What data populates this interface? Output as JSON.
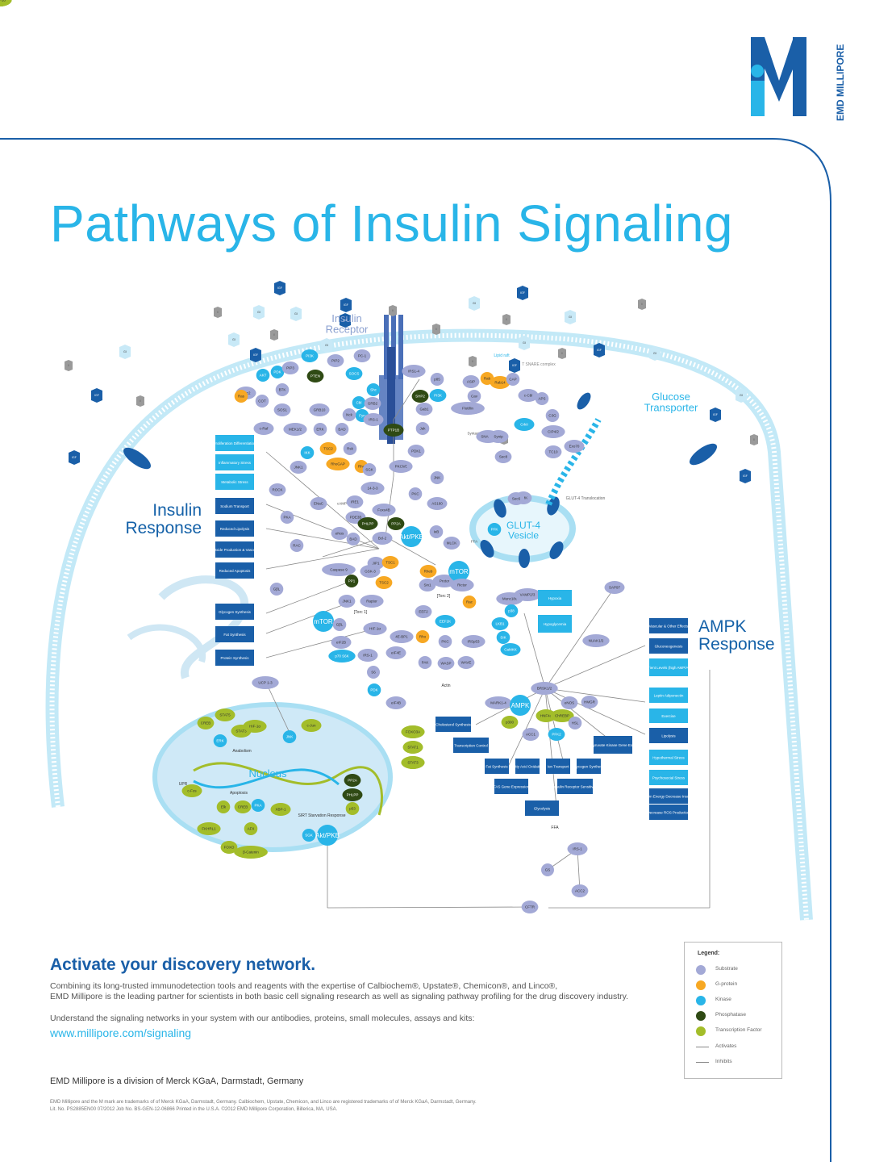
{
  "brand": {
    "name": "EMD MILLIPORE"
  },
  "title": "Pathways of Insulin Signaling",
  "labels": {
    "insulin_receptor": "Insulin Receptor",
    "glucose_transporter": "Glucose Transporter",
    "insulin_response": "Insulin Response",
    "ampk_response": "AMPK Response",
    "nucleus": "Nucleus",
    "glut4_vesicle": "GLUT-4 Vesicle",
    "lipid_raft": "Lipid raft",
    "tsnare": "T SNARE complex",
    "glut4_translocation": "GLUT-4 Translocation",
    "anabolism": "Anabolism",
    "apoptosis": "Apoptosis",
    "upr": "UPR",
    "sirt_starvation": "SIRT Starvation Response",
    "torc2": "[Torc 2]",
    "torc1": "[Torc 1]",
    "actin": "Actin",
    "ffa": "FFA",
    "ampk": "AMPK",
    "mtor": "mTOR",
    "akt_pkb": "Akt/PKB"
  },
  "insulin_response_boxes": [
    "Proliferation Differentiation",
    "Inflammatory Stress",
    "Metabolic Stress",
    "Sodium Transport",
    "Reduced Lipolysis",
    "Nitric Oxide Production & Vasodilation",
    "Reduced Apoptosis",
    "Glycogen Synthesis",
    "Fat Synthesis",
    "Protein Synthesis"
  ],
  "ampk_response_boxes": [
    "Vascular & Other Effects",
    "Gluconeogenesis",
    "Low Nutrient Levels (high AMP/ATP ratio)",
    "Leptin Adiponectin",
    "Exercise",
    "Lipolysis",
    "Hypothermal Stress",
    "Psychosocial Stress",
    "Burn Energy Decrease Insulin",
    "Decrease ROS Production",
    "Hypoxia",
    "Hypoglycemia"
  ],
  "ampk_effect_boxes": [
    "Cholesterol Synthesis",
    "Transcription Control",
    "Fat Synthesis",
    "Fatty Acid Oxidation",
    "Ion Transport",
    "Glycogen Synthesis",
    "FAS Gene Expression",
    "Insulin Receptor Sensitivity",
    "Glycolysis",
    "L-type Pyruvate Kinase Gene Expression"
  ],
  "legend": {
    "title": "Legend:",
    "items": [
      {
        "label": "Substrate",
        "color": "#a3a9d6"
      },
      {
        "label": "G-protein",
        "color": "#f7a823"
      },
      {
        "label": "Kinase",
        "color": "#29b5e8"
      },
      {
        "label": "Phosphatase",
        "color": "#2f4a14"
      },
      {
        "label": "Transcription Factor",
        "color": "#a3bd2a"
      },
      {
        "label": "Activates",
        "color": "#888888"
      },
      {
        "label": "Inhibits",
        "color": "#888888"
      }
    ]
  },
  "footer": {
    "tagline": "Activate your discovery network.",
    "para1": "Combining its long-trusted immunodetection tools and reagents with the expertise of Calbiochem®, Upstate®, Chemicon®, and Linco®,",
    "para2": "EMD Millipore is the leading partner for scientists in both basic cell signaling research as well as signaling pathway profiling for the drug discovery industry.",
    "para3": "Understand the signaling networks in your system with our antibodies, proteins, small molecules, assays and kits:",
    "url": "www.millipore.com/signaling",
    "division": "EMD Millipore is a division of Merck KGaA, Darmstadt, Germany",
    "fine1": "EMD Millipore and the M mark are trademarks of of Merck KGaA, Darmstadt, Germany. Calbiochem, Upstate, Chemicon, and Linco are registered trademarks of of Merck KGaA, Darmstadt, Germany.",
    "fine2": "Lit. No. PS2885EN00   07/2012   Job No. BS-GEN-12-06866   Printed in the U.S.A.   ©2012 EMD Millipore Corporation, Billerica, MA, USA."
  },
  "nodes": [
    {
      "label": "IGF",
      "type": "igf"
    },
    {
      "label": "IGF",
      "type": "igf"
    },
    {
      "label": "IGF",
      "type": "igf"
    },
    {
      "label": "IGF",
      "type": "igf"
    },
    {
      "label": "IGF",
      "type": "igf"
    },
    {
      "label": "IGF",
      "type": "igf"
    },
    {
      "label": "IGF",
      "type": "igf"
    },
    {
      "label": "IGF",
      "type": "igf"
    },
    {
      "label": "IGF",
      "type": "igf"
    },
    {
      "label": "IGF",
      "type": "igf"
    },
    {
      "label": "IGF",
      "type": "igf"
    },
    {
      "label": "I",
      "type": "ins"
    },
    {
      "label": "I",
      "type": "ins"
    },
    {
      "label": "I",
      "type": "ins"
    },
    {
      "label": "I",
      "type": "ins"
    },
    {
      "label": "I",
      "type": "ins"
    },
    {
      "label": "I",
      "type": "ins"
    },
    {
      "label": "I",
      "type": "ins"
    },
    {
      "label": "I",
      "type": "ins"
    },
    {
      "label": "I",
      "type": "ins"
    },
    {
      "label": "I",
      "type": "ins"
    },
    {
      "label": "I",
      "type": "ins"
    },
    {
      "label": "I",
      "type": "ins"
    },
    {
      "label": "GI",
      "type": "gi"
    },
    {
      "label": "GI",
      "type": "gi"
    },
    {
      "label": "GI",
      "type": "gi"
    },
    {
      "label": "GI",
      "type": "gi"
    },
    {
      "label": "GI",
      "type": "gi"
    },
    {
      "label": "GI",
      "type": "gi"
    },
    {
      "label": "GI",
      "type": "gi"
    },
    {
      "label": "GI",
      "type": "gi"
    },
    {
      "label": "GI",
      "type": "gi"
    },
    {
      "label": "GI",
      "type": "gi"
    },
    {
      "label": "AKT",
      "type": "kinase"
    },
    {
      "label": "PDK",
      "type": "kinase"
    },
    {
      "label": "PIP3",
      "type": "substrate"
    },
    {
      "label": "PI3K",
      "type": "kinase"
    },
    {
      "label": "PIP2",
      "type": "substrate"
    },
    {
      "label": "PC-1",
      "type": "substrate"
    },
    {
      "label": "PTEN",
      "type": "phosphatase"
    },
    {
      "label": "SOCS",
      "type": "kinase"
    },
    {
      "label": "Torc2",
      "type": "substrate"
    },
    {
      "label": "BTK",
      "type": "substrate"
    },
    {
      "label": "COT",
      "type": "substrate"
    },
    {
      "label": "SOS1",
      "type": "substrate"
    },
    {
      "label": "GRB10",
      "type": "substrate"
    },
    {
      "label": "Shc",
      "type": "kinase"
    },
    {
      "label": "Cbl",
      "type": "kinase"
    },
    {
      "label": "GRB2",
      "type": "substrate"
    },
    {
      "label": "Fyn",
      "type": "kinase"
    },
    {
      "label": "Nck",
      "type": "substrate"
    },
    {
      "label": "IRS-1",
      "type": "substrate"
    },
    {
      "label": "PTP1B",
      "type": "phosphatase"
    },
    {
      "label": "SHP2",
      "type": "phosphatase"
    },
    {
      "label": "IRS1-4",
      "type": "substrate"
    },
    {
      "label": "p85",
      "type": "substrate"
    },
    {
      "label": "PI3K",
      "type": "kinase"
    },
    {
      "label": "Gab1",
      "type": "substrate"
    },
    {
      "label": "Jak",
      "type": "substrate"
    },
    {
      "label": "Ras",
      "type": "gprotein"
    },
    {
      "label": "c-Raf",
      "type": "substrate"
    },
    {
      "label": "MEK1/2",
      "type": "substrate"
    },
    {
      "label": "ERK",
      "type": "substrate"
    },
    {
      "label": "BAD",
      "type": "substrate"
    },
    {
      "label": "TSC2",
      "type": "gprotein"
    },
    {
      "label": "Rsk",
      "type": "substrate"
    },
    {
      "label": "IKK",
      "type": "kinase"
    },
    {
      "label": "JNK1",
      "type": "substrate"
    },
    {
      "label": "RhoGAP",
      "type": "gprotein"
    },
    {
      "label": "Rho",
      "type": "gprotein"
    },
    {
      "label": "ROCK",
      "type": "substrate"
    },
    {
      "label": "IRE1",
      "type": "substrate"
    },
    {
      "label": "SGK",
      "type": "substrate"
    },
    {
      "label": "14-3-3",
      "type": "substrate"
    },
    {
      "label": "PKCλ/ζ",
      "type": "substrate"
    },
    {
      "label": "PDK1",
      "type": "substrate"
    },
    {
      "label": "PKC",
      "type": "substrate"
    },
    {
      "label": "ENaC",
      "type": "substrate"
    },
    {
      "label": "PKA",
      "type": "substrate"
    },
    {
      "label": "cAMP",
      "type": "text"
    },
    {
      "label": "PDE3B",
      "type": "substrate"
    },
    {
      "label": "Foxo4B",
      "type": "substrate"
    },
    {
      "label": "PP2A",
      "type": "phosphatase"
    },
    {
      "label": "PHLPP",
      "type": "phosphatase"
    },
    {
      "label": "eNos",
      "type": "substrate"
    },
    {
      "label": "BAD",
      "type": "substrate"
    },
    {
      "label": "Bcl-2",
      "type": "substrate"
    },
    {
      "label": "Akt/PKB",
      "type": "kinase"
    },
    {
      "label": "IκB",
      "type": "substrate"
    },
    {
      "label": "AS160",
      "type": "substrate"
    },
    {
      "label": "JNK",
      "type": "substrate"
    },
    {
      "label": "RAC",
      "type": "substrate"
    },
    {
      "label": "Caspase 9",
      "type": "substrate"
    },
    {
      "label": "GSK-3",
      "type": "substrate"
    },
    {
      "label": "JIP1",
      "type": "substrate"
    },
    {
      "label": "TSC1",
      "type": "gprotein"
    },
    {
      "label": "TSC2",
      "type": "gprotein"
    },
    {
      "label": "Rheb",
      "type": "gprotein"
    },
    {
      "label": "Protor",
      "type": "substrate"
    },
    {
      "label": "mTOR",
      "type": "kinase"
    },
    {
      "label": "Sin1",
      "type": "substrate"
    },
    {
      "label": "Rictor",
      "type": "substrate"
    },
    {
      "label": "GβL",
      "type": "substrate"
    },
    {
      "label": "PP1",
      "type": "phosphatase"
    },
    {
      "label": "JNK1",
      "type": "substrate"
    },
    {
      "label": "Raptor",
      "type": "substrate"
    },
    {
      "label": "mTOR",
      "type": "kinase"
    },
    {
      "label": "GβL",
      "type": "substrate"
    },
    {
      "label": "eIF2B",
      "type": "substrate"
    },
    {
      "label": "HIF-1α",
      "type": "substrate"
    },
    {
      "label": "4E-BP1",
      "type": "substrate"
    },
    {
      "label": "p70 S6K",
      "type": "kinase"
    },
    {
      "label": "IRS-1",
      "type": "substrate"
    },
    {
      "label": "eIF4E",
      "type": "substrate"
    },
    {
      "label": "S6",
      "type": "substrate"
    },
    {
      "label": "PDK",
      "type": "kinase"
    },
    {
      "label": "eIF4B",
      "type": "substrate"
    },
    {
      "label": "EEF2",
      "type": "substrate"
    },
    {
      "label": "EEF2K",
      "type": "kinase"
    },
    {
      "label": "Rac",
      "type": "gprotein"
    },
    {
      "label": "Rho",
      "type": "gprotein"
    },
    {
      "label": "PKC",
      "type": "substrate"
    },
    {
      "label": "IRSp53",
      "type": "substrate"
    },
    {
      "label": "PAK",
      "type": "substrate"
    },
    {
      "label": "WASP",
      "type": "substrate"
    },
    {
      "label": "WAVE",
      "type": "substrate"
    },
    {
      "label": "LIMK",
      "type": "substrate"
    },
    {
      "label": "MLCK",
      "type": "substrate"
    },
    {
      "label": "FFA",
      "type": "text"
    },
    {
      "label": "PFK",
      "type": "kinase"
    },
    {
      "label": "ASIP",
      "type": "substrate"
    },
    {
      "label": "Rab",
      "type": "gprotein"
    },
    {
      "label": "Rab14",
      "type": "gprotein"
    },
    {
      "label": "Cav",
      "type": "substrate"
    },
    {
      "label": "Flotillin",
      "type": "substrate"
    },
    {
      "label": "CAP",
      "type": "substrate"
    },
    {
      "label": "c-Cbl",
      "type": "substrate"
    },
    {
      "label": "APS",
      "type": "substrate"
    },
    {
      "label": "Syntaxin 4",
      "type": "text"
    },
    {
      "label": "SNAP23",
      "type": "substrate"
    },
    {
      "label": "Synip",
      "type": "substrate"
    },
    {
      "label": "CrkII",
      "type": "kinase"
    },
    {
      "label": "C3G",
      "type": "substrate"
    },
    {
      "label": "TC10",
      "type": "substrate"
    },
    {
      "label": "CIP4/2",
      "type": "substrate"
    },
    {
      "label": "Exo70",
      "type": "substrate"
    },
    {
      "label": "Sec8",
      "type": "substrate"
    },
    {
      "label": "Sec6",
      "type": "substrate"
    },
    {
      "label": "SAP97",
      "type": "substrate"
    },
    {
      "label": "Munc18c",
      "type": "substrate"
    },
    {
      "label": "VAMP2/3",
      "type": "substrate"
    },
    {
      "label": "p38",
      "type": "kinase"
    },
    {
      "label": "LKB1",
      "type": "kinase"
    },
    {
      "label": "SIK",
      "type": "kinase"
    },
    {
      "label": "CaMKK",
      "type": "kinase"
    },
    {
      "label": "BRSK1/2",
      "type": "substrate"
    },
    {
      "label": "NUAK1/2",
      "type": "substrate"
    },
    {
      "label": "MARK1-4",
      "type": "substrate"
    },
    {
      "label": "AMPK",
      "type": "kinase"
    },
    {
      "label": "eNOS",
      "type": "substrate"
    },
    {
      "label": "HMGR",
      "type": "substrate"
    },
    {
      "label": "p300",
      "type": "tf"
    },
    {
      "label": "HNF4α",
      "type": "tf"
    },
    {
      "label": "ChREBP",
      "type": "tf"
    },
    {
      "label": "HSL",
      "type": "substrate"
    },
    {
      "label": "ACC1",
      "type": "substrate"
    },
    {
      "label": "PFK2",
      "type": "kinase"
    },
    {
      "label": "IRS-1",
      "type": "substrate"
    },
    {
      "label": "GS",
      "type": "substrate"
    },
    {
      "label": "ACC2",
      "type": "substrate"
    },
    {
      "label": "CFTR",
      "type": "substrate"
    },
    {
      "label": "UCP 1-3",
      "type": "substrate"
    },
    {
      "label": "SIRT1",
      "type": "substrate"
    },
    {
      "label": "MEK",
      "type": "substrate"
    },
    {
      "label": "FOXO3A",
      "type": "tf"
    },
    {
      "label": "CREB",
      "type": "tf"
    },
    {
      "label": "STAT5",
      "type": "tf"
    },
    {
      "label": "STAT3",
      "type": "tf"
    },
    {
      "label": "HIF-1α",
      "type": "tf"
    },
    {
      "label": "ERK",
      "type": "kinase"
    },
    {
      "label": "JNK",
      "type": "kinase"
    },
    {
      "label": "c-Jun",
      "type": "tf"
    },
    {
      "label": "c-Fos",
      "type": "tf"
    },
    {
      "label": "Elk",
      "type": "tf"
    },
    {
      "label": "CREB",
      "type": "tf"
    },
    {
      "label": "PKA",
      "type": "kinase"
    },
    {
      "label": "XBP-1",
      "type": "tf"
    },
    {
      "label": "FKHRL1",
      "type": "tf"
    },
    {
      "label": "AFX",
      "type": "tf"
    },
    {
      "label": "FOXO",
      "type": "tf"
    },
    {
      "label": "β-Catenin",
      "type": "tf"
    },
    {
      "label": "SGK",
      "type": "kinase"
    },
    {
      "label": "Akt/PKB",
      "type": "kinase"
    },
    {
      "label": "PP2A",
      "type": "phosphatase"
    },
    {
      "label": "PHLPP",
      "type": "phosphatase"
    },
    {
      "label": "p53",
      "type": "tf"
    },
    {
      "label": "FOXO3A",
      "type": "tf"
    },
    {
      "label": "STAT1",
      "type": "tf"
    },
    {
      "label": "STAT3",
      "type": "tf"
    },
    {
      "label": "HIF-1α",
      "type": "tf"
    },
    {
      "label": "STAT1",
      "type": "tf"
    },
    {
      "label": "STAT3",
      "type": "tf"
    },
    {
      "label": "HIF-1α",
      "type": "tf"
    }
  ]
}
